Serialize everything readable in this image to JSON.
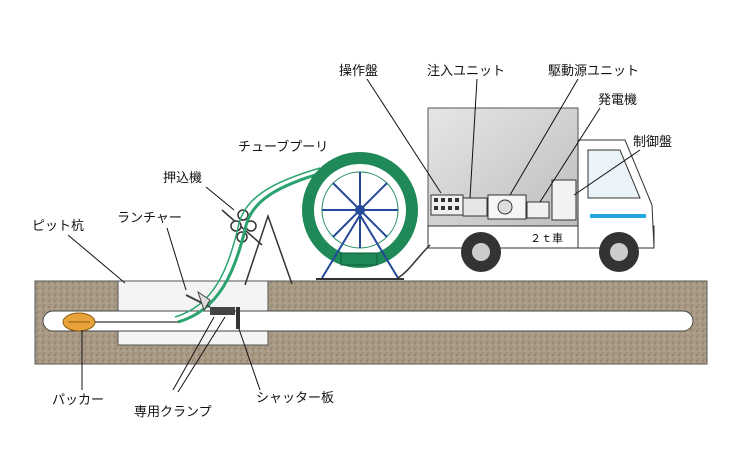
{
  "labels": {
    "pit": "ピット杭",
    "launcher": "ランチャー",
    "pusher": "押込機",
    "tube_pulley": "チューブプーリ",
    "control_panel": "操作盤",
    "injection_unit": "注入ユニット",
    "drive_unit": "駆動源ユニット",
    "generator": "発電機",
    "controller": "制御盤",
    "packer": "パッカー",
    "clamp": "専用クランプ",
    "shutter": "シャッター板",
    "truck": "２ｔ車"
  },
  "colors": {
    "soil": "#a89a86",
    "pipe": "#ffffff",
    "tube_green": "#2aa36f",
    "reel_green": "#1f8a57",
    "truck_body": "#ffffff",
    "truck_box": "#d9d9d9",
    "accent_blue": "#22a7e0",
    "packer_orange": "#e8a23a",
    "frame_blue": "#24489a"
  },
  "icons": {
    "reel": "tube-reel-icon",
    "truck": "truck-icon",
    "pusher": "pusher-machine-icon",
    "packer": "packer-icon"
  }
}
